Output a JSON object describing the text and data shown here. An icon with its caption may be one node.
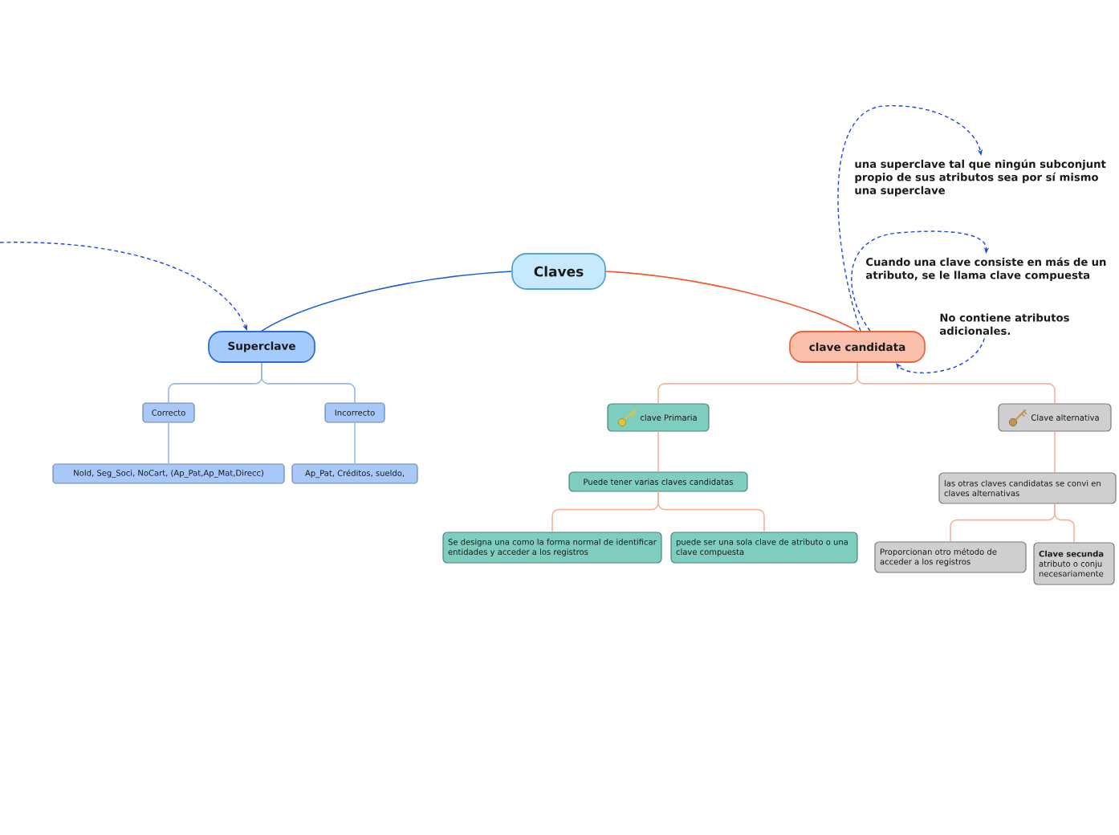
{
  "diagram": {
    "nodes": [
      {
        "text": [
          "Claves"
        ]
      },
      {
        "text": [
          "Superclave"
        ]
      },
      {
        "text": [
          "Correcto"
        ]
      },
      {
        "text": [
          "Incorrecto"
        ]
      },
      {
        "text": [
          "NoId, Seg_Soci, NoCart, (Ap_Pat,Ap_Mat,Direcc)"
        ]
      },
      {
        "text": [
          "Ap_Pat, Créditos, sueldo,"
        ]
      },
      {
        "text": [
          "clave candidata"
        ]
      },
      {
        "text": [
          "clave Primaria"
        ]
      },
      {
        "text": [
          "Puede tener varias claves candidatas"
        ]
      },
      {
        "text": [
          "Se designa una como la forma normal de identificar entidades y acceder a los registros"
        ]
      },
      {
        "text": [
          "puede ser una sola clave de atributo o una clave compuesta"
        ]
      },
      {
        "text": [
          "Clave alternativa"
        ]
      },
      {
        "text": [
          "las otras claves candidatas se convi en claves alternativas"
        ]
      },
      {
        "text": [
          "Proporcionan otro método de acceder a los registros"
        ]
      },
      {
        "text": [
          "**Clave secunda** atributo o conju necesariamente"
        ]
      },
      {
        "text": [
          "una superclave tal que ningún subconjunt propio de sus atributos sea por sí mismo una superclave"
        ]
      },
      {
        "text": [
          "Cuando una clave consiste en más de un atributo, se le llama clave compuesta"
        ]
      },
      {
        "text": [
          "No contiene atributos adicionales."
        ]
      }
    ],
    "edges": [
      {
        "from": 0,
        "to": 1,
        "arrow": "none",
        "color": "#1a5fd6"
      },
      {
        "from": 0,
        "to": 6,
        "arrow": "none",
        "color": "#f2582c"
      },
      {
        "from": 1,
        "to": 2,
        "arrow": "none",
        "color": "#94b8ee"
      },
      {
        "from": 1,
        "to": 3,
        "arrow": "none",
        "color": "#94b8ee"
      },
      {
        "from": 2,
        "to": 4,
        "arrow": "none",
        "color": "#94b8ee"
      },
      {
        "from": 3,
        "to": 5,
        "arrow": "none",
        "color": "#94b8ee"
      },
      {
        "from": 6,
        "to": 7,
        "arrow": "none"
      },
      {
        "from": 6,
        "to": 11,
        "arrow": "none"
      },
      {
        "from": 7,
        "to": 8,
        "arrow": "none"
      },
      {
        "from": 8,
        "to": 9,
        "arrow": "none"
      },
      {
        "from": 8,
        "to": 10,
        "arrow": "none"
      },
      {
        "from": 11,
        "to": 12,
        "arrow": "none"
      },
      {
        "from": 12,
        "to": 13,
        "arrow": "none"
      },
      {
        "from": 12,
        "to": 14,
        "arrow": "none"
      },
      {
        "from": null,
        "to": 1,
        "arrow": "to",
        "style": "dashed",
        "color": "#2046e0"
      },
      {
        "from": 6,
        "to": 15,
        "arrow": "to",
        "style": "dashed",
        "color": "#2046e0"
      },
      {
        "from": 6,
        "to": 16,
        "arrow": "to",
        "style": "dashed",
        "color": "#2046e0"
      },
      {
        "from": 17,
        "to": 6,
        "arrow": "to",
        "style": "dashed",
        "color": "#2046e0"
      }
    ]
  }
}
